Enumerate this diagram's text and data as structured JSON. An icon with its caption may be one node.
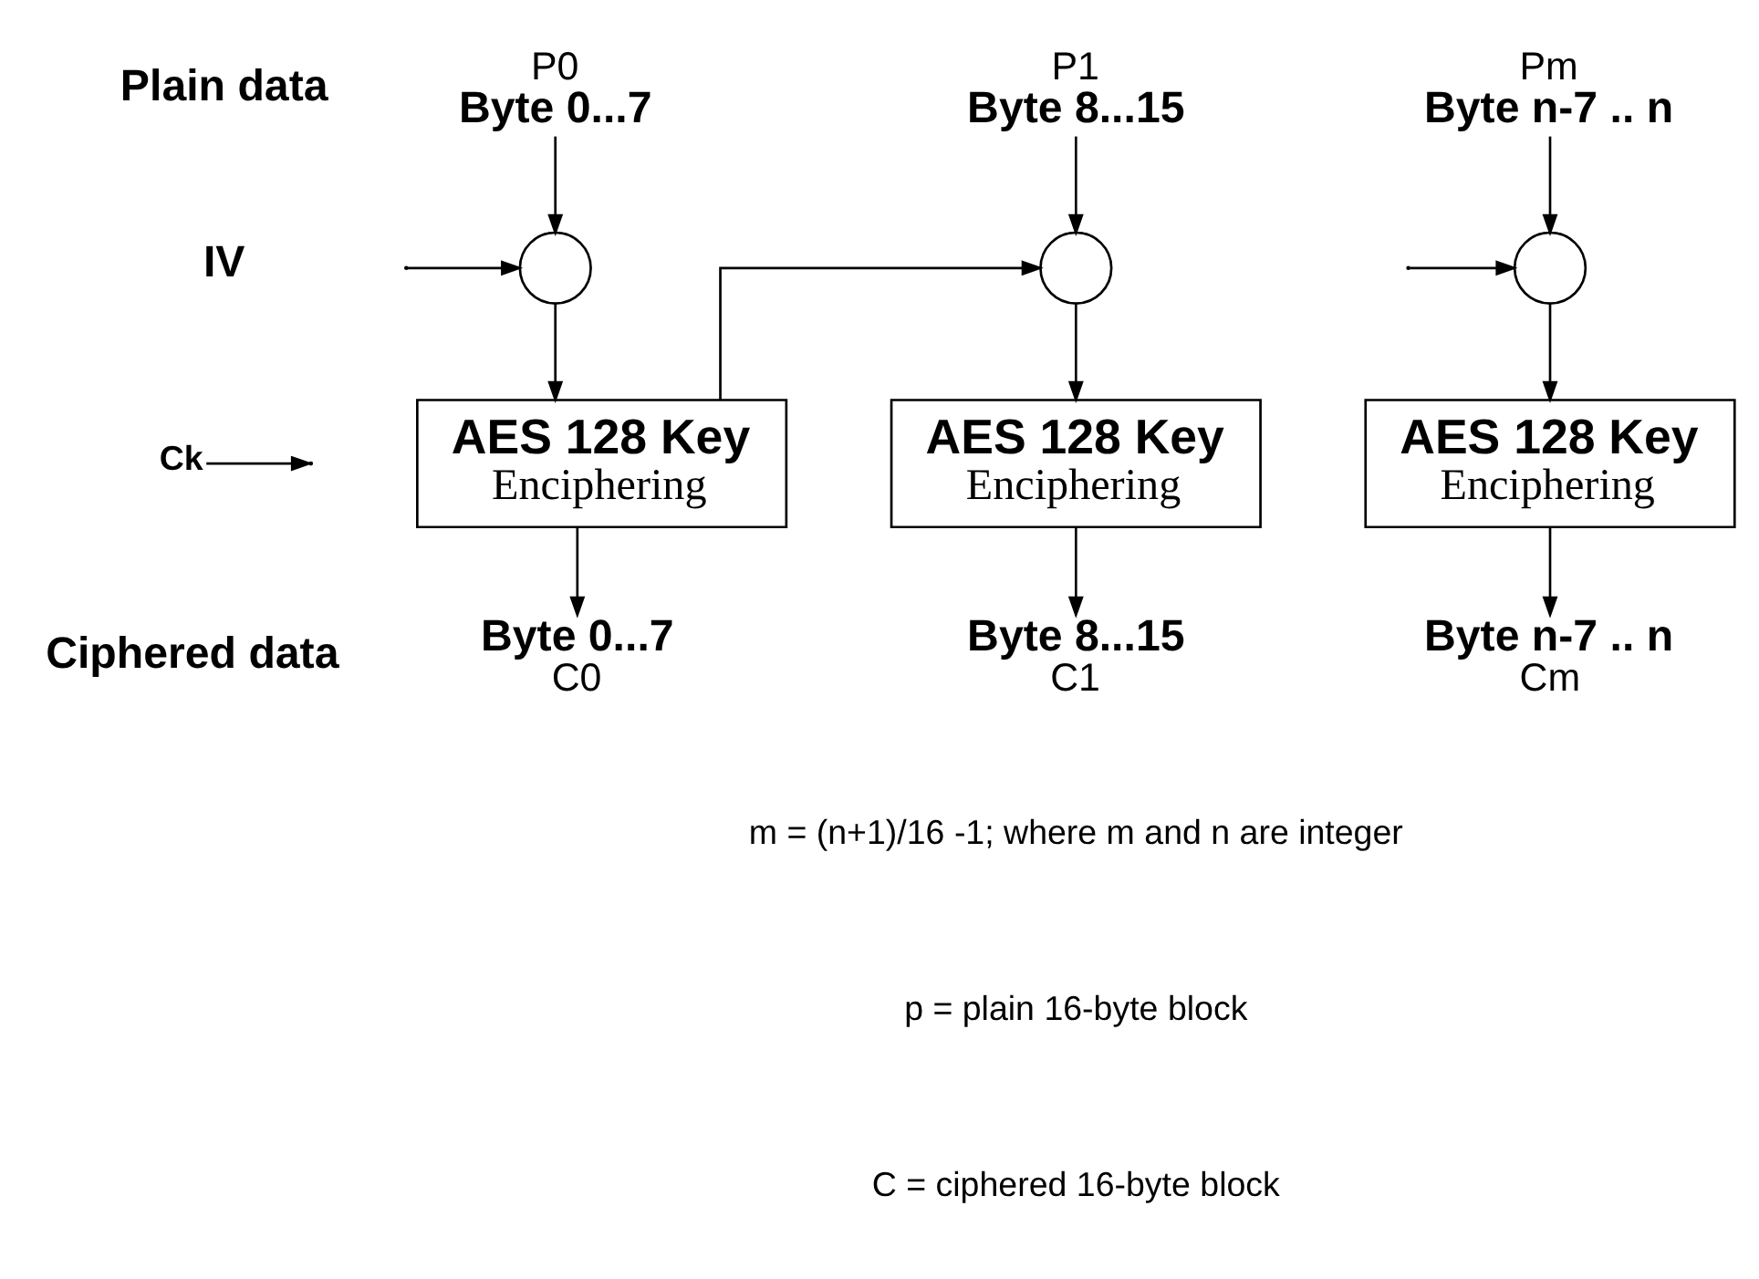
{
  "diagram": {
    "nodes": [
      {
        "text": [
          "P0",
          "Byte 0...7"
        ]
      },
      {
        "text": [
          "P1",
          "Byte 8...15"
        ]
      },
      {
        "text": [
          "Pm",
          "Byte n-7 .. n"
        ]
      },
      {
        "text": [],
        "shape": "circle"
      },
      {
        "text": [],
        "shape": "circle"
      },
      {
        "text": [],
        "shape": "circle"
      },
      {
        "text": [
          "Ck"
        ]
      },
      {
        "text": [
          "AES 128 Key",
          "Enciphering"
        ]
      },
      {
        "text": [
          "AES 128 Key",
          "Enciphering"
        ]
      },
      {
        "text": [
          "AES 128 Key",
          "Enciphering"
        ]
      },
      {
        "text": [
          "Byte 0...7",
          "C0"
        ]
      },
      {
        "text": [
          "Byte 8...15",
          "C1"
        ]
      },
      {
        "text": [
          "Byte n-7 .. n",
          "Cm"
        ]
      }
    ],
    "edges": [
      {
        "from": 0,
        "to": 3,
        "arrow": "to"
      },
      {
        "from": 1,
        "to": 4,
        "arrow": "to"
      },
      {
        "from": 2,
        "to": 5,
        "arrow": "to"
      },
      {
        "from": null,
        "to": 3,
        "arrow": "to"
      },
      {
        "from": 3,
        "to": 7,
        "arrow": "to"
      },
      {
        "from": 4,
        "to": 8,
        "arrow": "to"
      },
      {
        "from": 5,
        "to": 9,
        "arrow": "to"
      },
      {
        "from": 6,
        "to": null,
        "arrow": "to"
      },
      {
        "from": 7,
        "to": 10,
        "arrow": "to"
      },
      {
        "from": 7,
        "to": 4,
        "arrow": "to"
      },
      {
        "from": 8,
        "to": 11,
        "arrow": "to"
      },
      {
        "from": null,
        "to": 5,
        "arrow": "to"
      },
      {
        "from": 9,
        "to": 12,
        "arrow": "to"
      }
    ],
    "labels": [
      "Plain data",
      "IV",
      "Ciphered data",
      "m = (n+1)/16 -1; where m and n are integer",
      "p = plain 16-byte block",
      "C = ciphered 16-byte block"
    ]
  }
}
